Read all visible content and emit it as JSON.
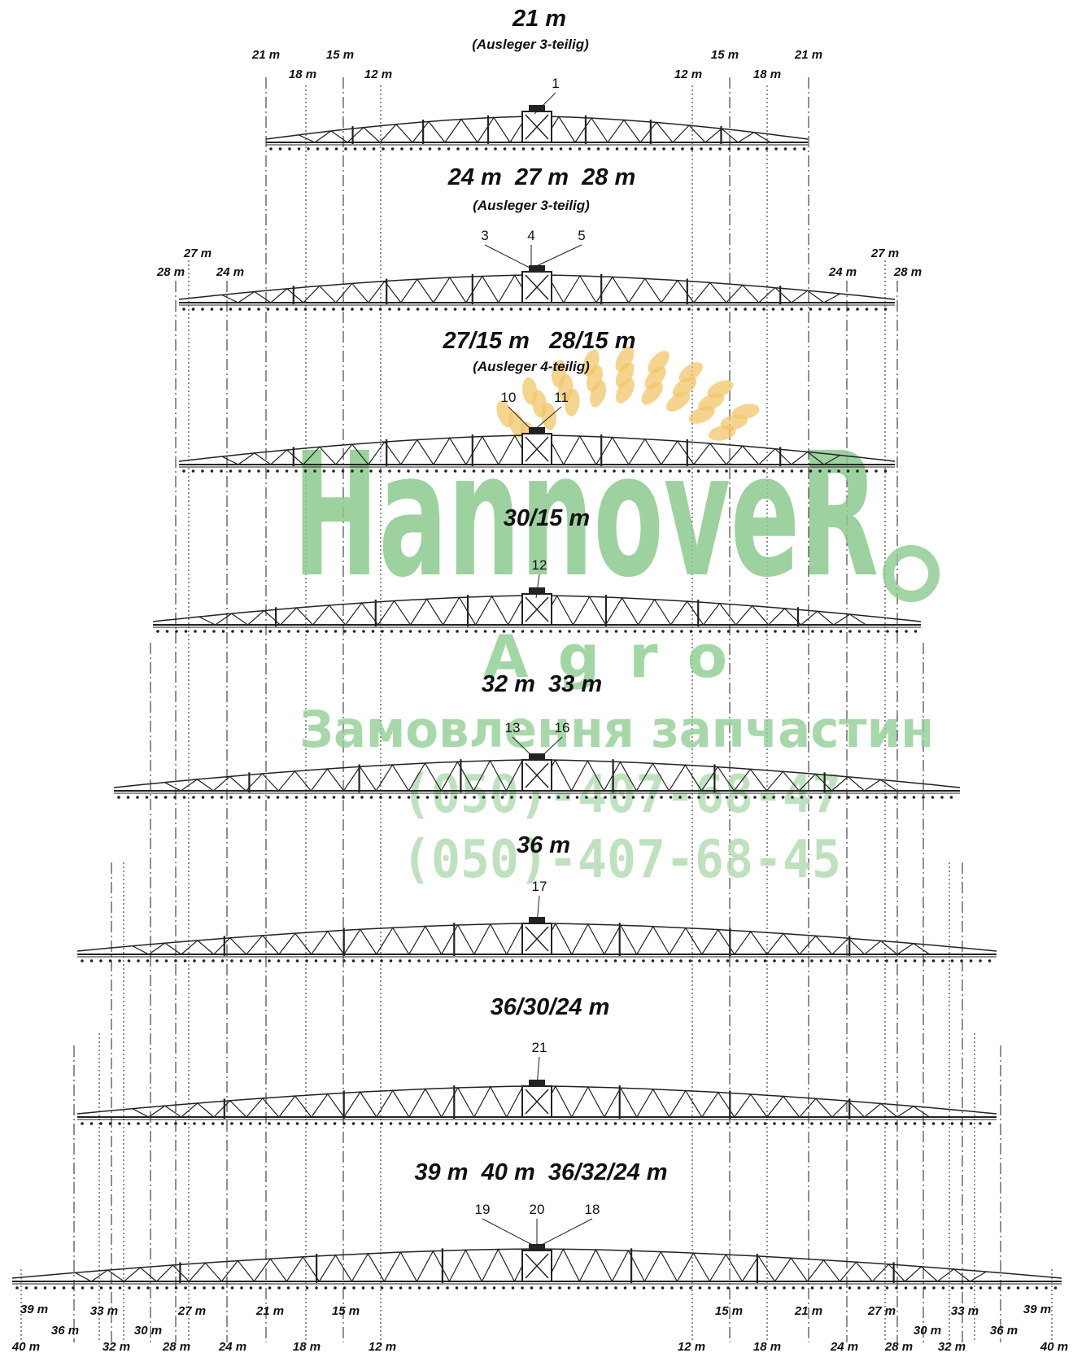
{
  "sections": [
    {
      "title": "21 m",
      "subtitle": "(Ausleger 3-teilig)"
    },
    {
      "title": "24 m  27 m  28 m",
      "subtitle": "(Ausleger 3-teilig)"
    },
    {
      "title": "27/15 m   28/15 m",
      "subtitle": "(Ausleger 4-teilig)"
    },
    {
      "title": "30/15 m",
      "subtitle": ""
    },
    {
      "title": "32 m  33 m",
      "subtitle": ""
    },
    {
      "title": "36 m",
      "subtitle": ""
    },
    {
      "title": "36/30/24 m",
      "subtitle": ""
    },
    {
      "title": "39 m  40 m  36/32/24 m",
      "subtitle": ""
    }
  ],
  "callouts": [
    "1",
    "3",
    "4",
    "5",
    "10",
    "11",
    "12",
    "13",
    "16",
    "17",
    "21",
    "19",
    "20",
    "18"
  ],
  "dimension_labels": {
    "m21": "21 m",
    "m18": "18 m",
    "m15": "15 m",
    "m12": "12 m",
    "m24": "24 m",
    "m27": "27 m",
    "m28": "28 m",
    "m30": "30 m",
    "m32": "32 m",
    "m33": "33 m",
    "m36": "36 m",
    "m39": "39 m",
    "m40": "40 m"
  },
  "watermark": {
    "brand": "HannoveR",
    "tagline": "Agro",
    "service": "Замовлення запчастин",
    "phone1": "(050)-407-68-47",
    "phone2": "(050)-407-68-45"
  },
  "colors": {
    "line": "#222222",
    "watermark_green": "#8cc98f",
    "wheat": "#f2c66a"
  }
}
